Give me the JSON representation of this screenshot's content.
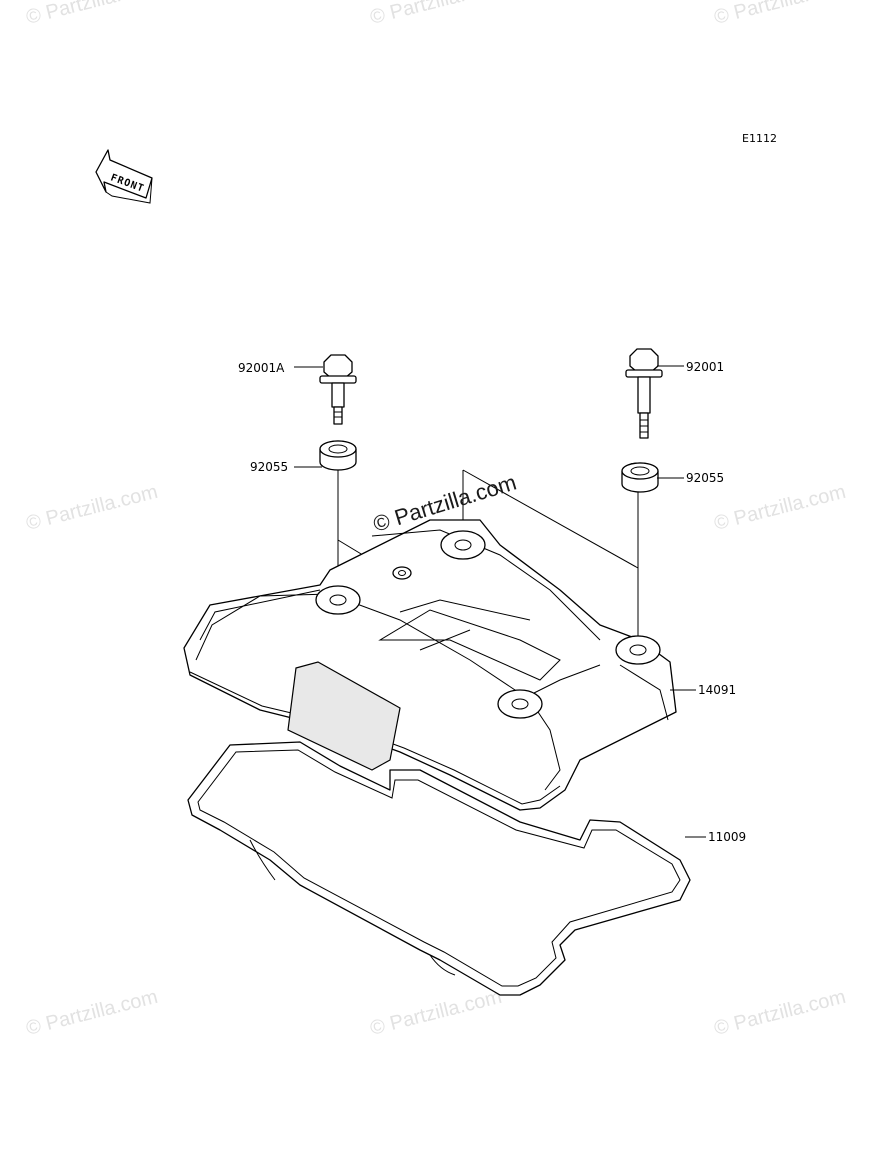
{
  "diagram": {
    "code": "E1112",
    "front_label": "FRONT",
    "watermark_main": "© Partzilla.com",
    "watermark_repeat": "© Partzilla.com",
    "parts": [
      {
        "id": "p1",
        "number": "92001A"
      },
      {
        "id": "p2",
        "number": "92001"
      },
      {
        "id": "p3",
        "number": "92055"
      },
      {
        "id": "p4",
        "number": "92055"
      },
      {
        "id": "p5",
        "number": "14091"
      },
      {
        "id": "p6",
        "number": "11009"
      }
    ]
  }
}
